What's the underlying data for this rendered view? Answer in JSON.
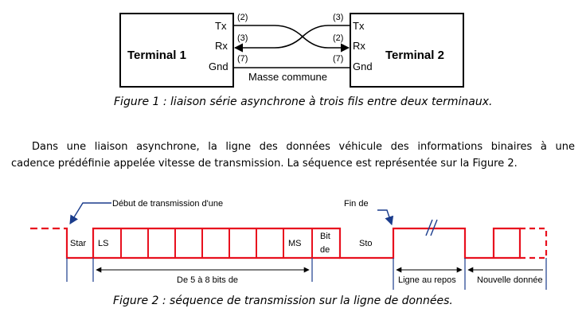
{
  "figure1": {
    "terminal1": "Terminal 1",
    "terminal2": "Terminal 2",
    "pin_tx": "Tx",
    "pin_rx": "Rx",
    "pin_gnd": "Gnd",
    "t1_tx_num": "(2)",
    "t1_rx_num": "(3)",
    "t1_gnd_num": "(7)",
    "t2_tx_num": "(3)",
    "t2_rx_num": "(2)",
    "t2_gnd_num": "(7)",
    "ground_label": "Masse commune",
    "caption": "Figure 1 : liaison série asynchrone à trois fils entre deux terminaux."
  },
  "paragraph": {
    "line1": "Dans une liaison asynchrone, la ligne des données véhicule des informations binaires à une",
    "line2": "cadence prédéfinie appelée vitesse de transmission. La séquence est représentée sur la Figure 2."
  },
  "figure2": {
    "start_note": "Début de transmission d'une",
    "end_note": "Fin de",
    "star": "Star",
    "ls": "LS",
    "ms": "MS",
    "bit": "Bit",
    "de": "de",
    "sto": "Sto",
    "bits_range": "De 5 à 8 bits de",
    "rest_line": "Ligne au repos",
    "new_data": "Nouvelle donnée",
    "caption": "Figure 2 : séquence de transmission sur la ligne de données.",
    "signal_color": "#e8101e"
  }
}
